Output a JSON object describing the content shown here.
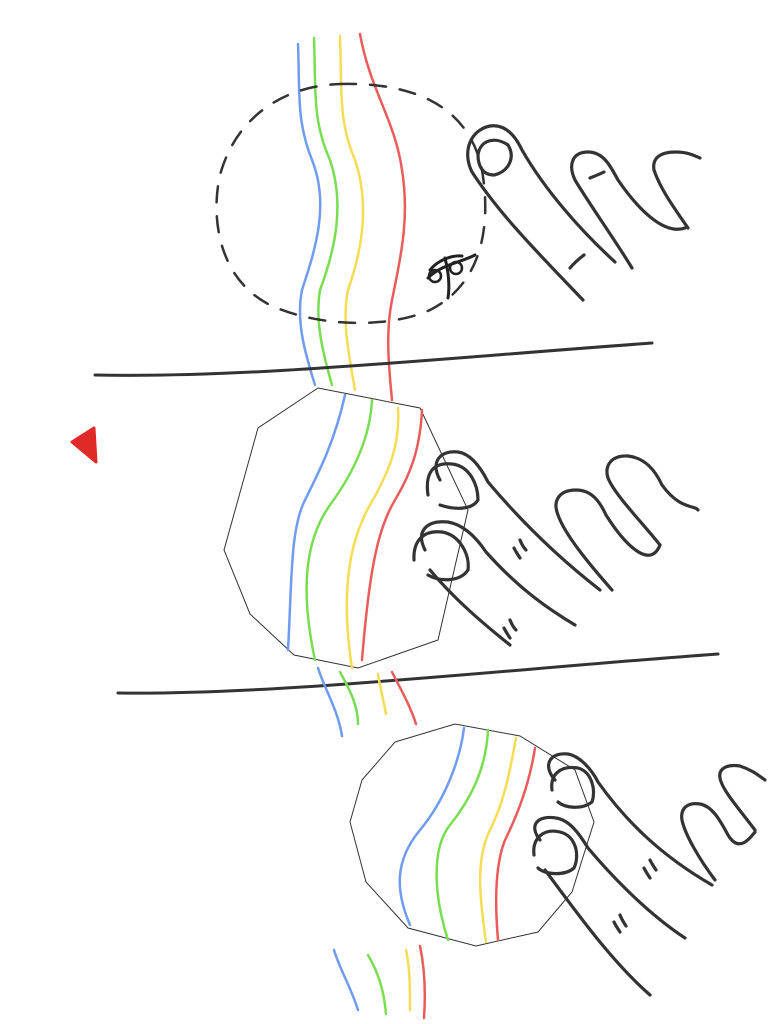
{
  "colors": {
    "background": "#ffffff",
    "ink": "#333333",
    "stripe_blue": "#6f9bf0",
    "stripe_green": "#79dd52",
    "stripe_yellow": "#f4dc55",
    "stripe_red": "#ea5b5b",
    "marker_red": "#e02a2a"
  },
  "panels": [
    {
      "name": "panel-cut-gesture",
      "tool": "scissors-icon",
      "selection": "dashed-circle"
    },
    {
      "name": "panel-two-finger-polygon",
      "tool": "two-finger-hand",
      "selection": "polygon"
    },
    {
      "name": "panel-two-finger-rotate",
      "tool": "two-finger-hand",
      "selection": "polygon"
    }
  ],
  "marker": {
    "icon": "red-triangle-marker-icon"
  }
}
